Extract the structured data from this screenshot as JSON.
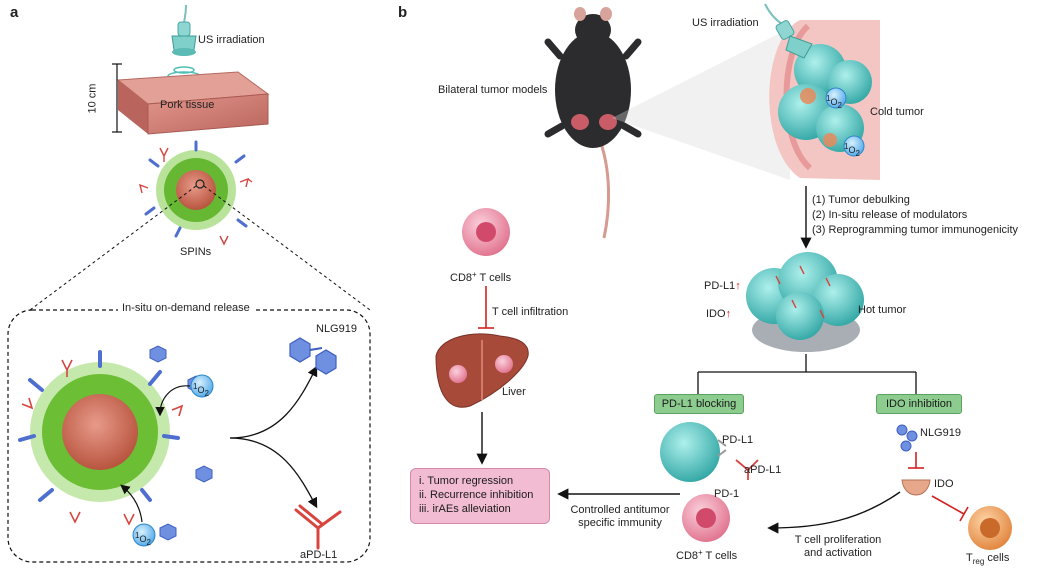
{
  "panel_a": {
    "letter": "a",
    "us_label": "US irradiation",
    "tissue_label": "Pork tissue",
    "depth_label": "10 cm",
    "spins_label": "SPINs",
    "release_label": "In-situ on-demand release",
    "o2_pre": "1",
    "o2_main": "O",
    "o2_sub": "2",
    "nlg_label": "NLG919",
    "apdl1_label": "aPD-L1"
  },
  "panel_b": {
    "letter": "b",
    "us_label": "US irradiation",
    "bilateral_label": "Bilateral tumor models",
    "cold_tumor_label": "Cold tumor",
    "steps": [
      "(1) Tumor debulking",
      "(2) In-situ release of modulators",
      "(3) Reprogramming tumor immunogenicity"
    ],
    "hot_tumor_label": "Hot tumor",
    "pdl1_label": "PD-L1",
    "ido_label": "IDO",
    "up_arrow": "↑",
    "cd8_main": "CD8",
    "cd8_sup": "+",
    "cd8_tail": " T cells",
    "t_infiltration_label": "T cell infiltration",
    "liver_label": "Liver",
    "pdl1_blocking_label": "PD-L1 blocking",
    "ido_inhibition_label": "IDO inhibition",
    "pdl1_small_label": "PD-L1",
    "apdl1_small_label": "aPD-L1",
    "nlg_label": "NLG919",
    "ido_small_label": "IDO",
    "pd1_label": "PD-1",
    "treg_main": "T",
    "treg_sub": "reg",
    "treg_tail": " cells",
    "controlled_line1": "Controlled antitumor",
    "controlled_line2": "specific immunity",
    "proliferation_line1": "T cell proliferation",
    "proliferation_line2": "and activation",
    "outcomes": [
      "i. Tumor regression",
      "ii. Recurrence inhibition",
      "iii. irAEs alleviation"
    ]
  },
  "colors": {
    "np_core": "#d9776a",
    "np_shell": "#6fbf3a",
    "tumor_teal": "#5cc9c5",
    "pink_cell": "#f08aa3",
    "liver": "#a84a3a",
    "green_box": "#8ccc8f",
    "pink_box": "#f2bdd3",
    "inhibit_red": "#d42020"
  }
}
